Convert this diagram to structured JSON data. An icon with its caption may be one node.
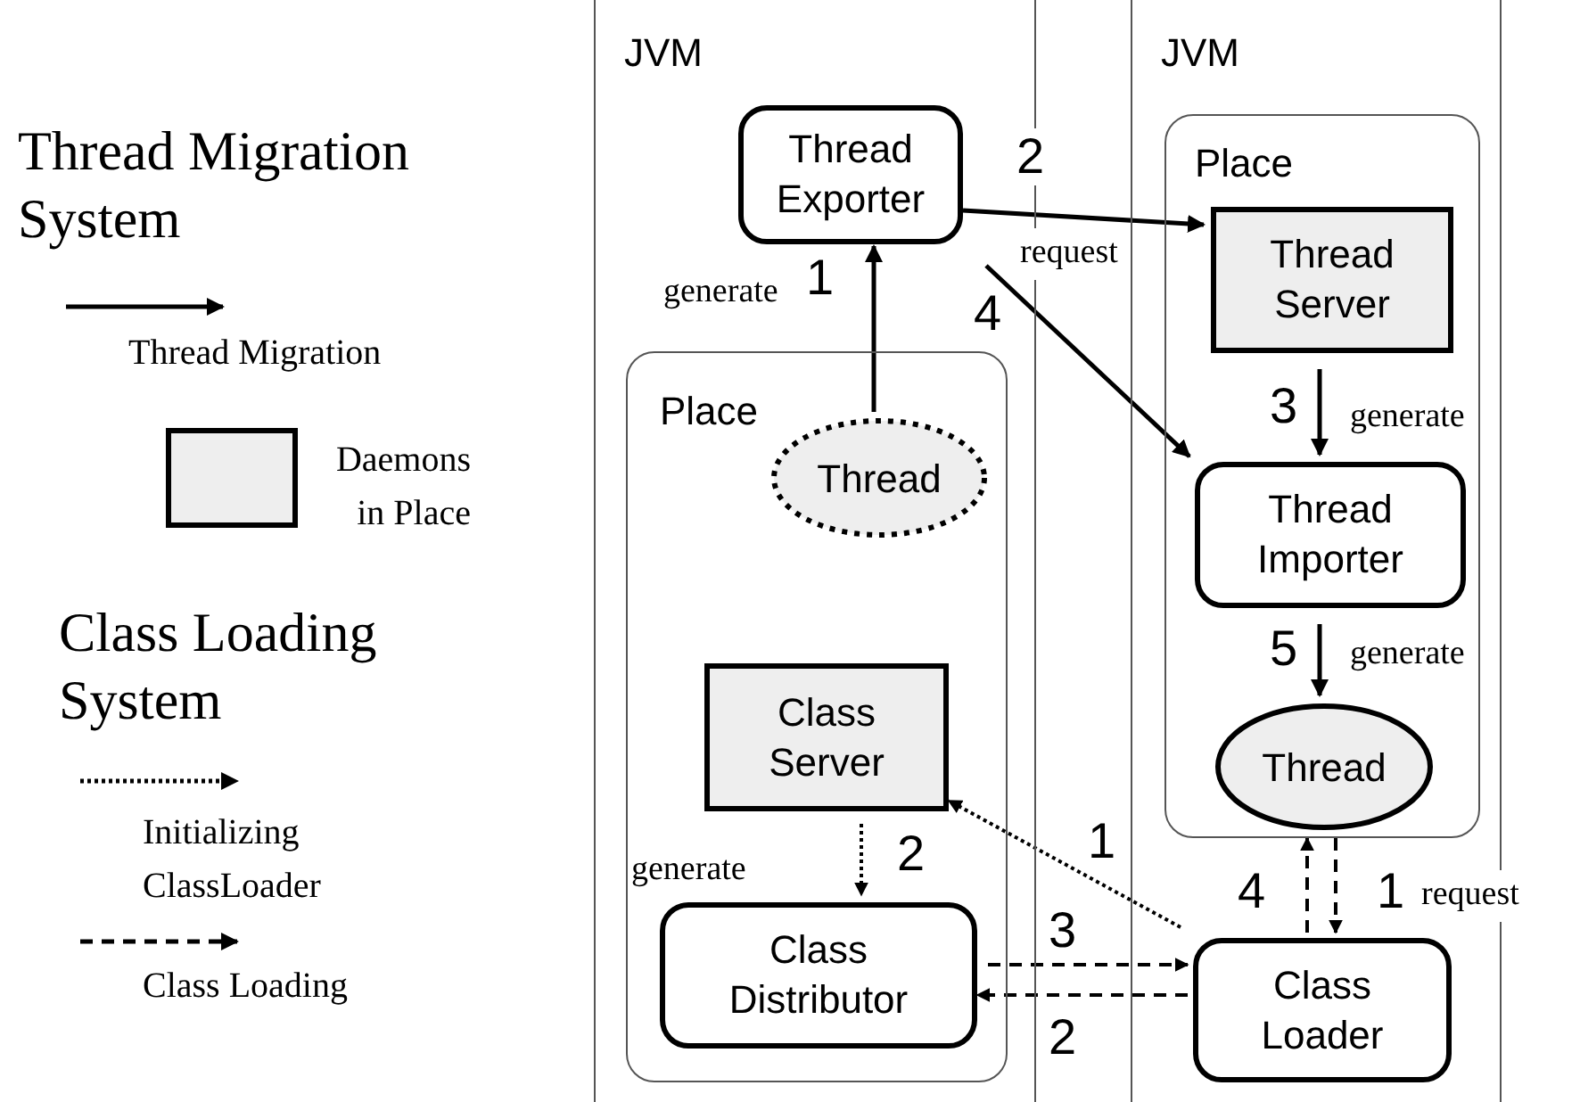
{
  "diagram": {
    "nodes": [
      {
        "text": [
          "JVM"
        ]
      },
      {
        "text": [
          "Thread Exporter"
        ],
        "in": 0
      },
      {
        "text": [
          "Place"
        ],
        "in": 0
      },
      {
        "text": [
          "Thread"
        ],
        "in": 2
      },
      {
        "text": [
          "Class Server"
        ],
        "in": 2
      },
      {
        "text": [
          "Class Distributor"
        ],
        "in": 2
      },
      {
        "text": [
          "JVM"
        ]
      },
      {
        "text": [
          "Place"
        ],
        "in": 6
      },
      {
        "text": [
          "Thread Server"
        ],
        "in": 7
      },
      {
        "text": [
          "Thread Importer"
        ],
        "in": 7
      },
      {
        "text": [
          "Thread"
        ],
        "in": 7
      },
      {
        "text": [
          "Class Loader"
        ],
        "in": 6
      }
    ],
    "edges": [
      {
        "from": 3,
        "to": 1,
        "arrow": "to",
        "label": "1"
      },
      {
        "from": 1,
        "to": 8,
        "arrow": "to",
        "label": "2"
      },
      {
        "from": 8,
        "to": 9,
        "arrow": "to",
        "label": "3"
      },
      {
        "from": 1,
        "to": 9,
        "arrow": "to",
        "label": "4"
      },
      {
        "from": 9,
        "to": 10,
        "arrow": "to",
        "label": "5"
      },
      {
        "from": 11,
        "to": 4,
        "arrow": "to",
        "label": "1",
        "style": "dashed"
      },
      {
        "from": 4,
        "to": 5,
        "arrow": "to",
        "label": "2",
        "style": "dashed"
      },
      {
        "from": 5,
        "to": 11,
        "arrow": "to",
        "label": "3",
        "style": "dashed"
      },
      {
        "from": 11,
        "to": 5,
        "arrow": "to",
        "label": "2",
        "style": "dashed"
      },
      {
        "from": 7,
        "to": 11,
        "arrow": "to",
        "label": "1",
        "style": "dashed"
      },
      {
        "from": 11,
        "to": 7,
        "arrow": "to",
        "label": "4",
        "style": "dashed"
      }
    ],
    "labels": [
      "Thread Migration System",
      "Class Loading System",
      "request",
      "generate",
      "generate",
      "generate",
      "generate",
      "request"
    ],
    "legend": [
      {
        "text": "Thread Migration"
      },
      {
        "text": "Daemons in Place",
        "color": "#eeeeee"
      },
      {
        "text": "Initializing ClassLoader"
      },
      {
        "text": "Class Loading"
      }
    ]
  }
}
